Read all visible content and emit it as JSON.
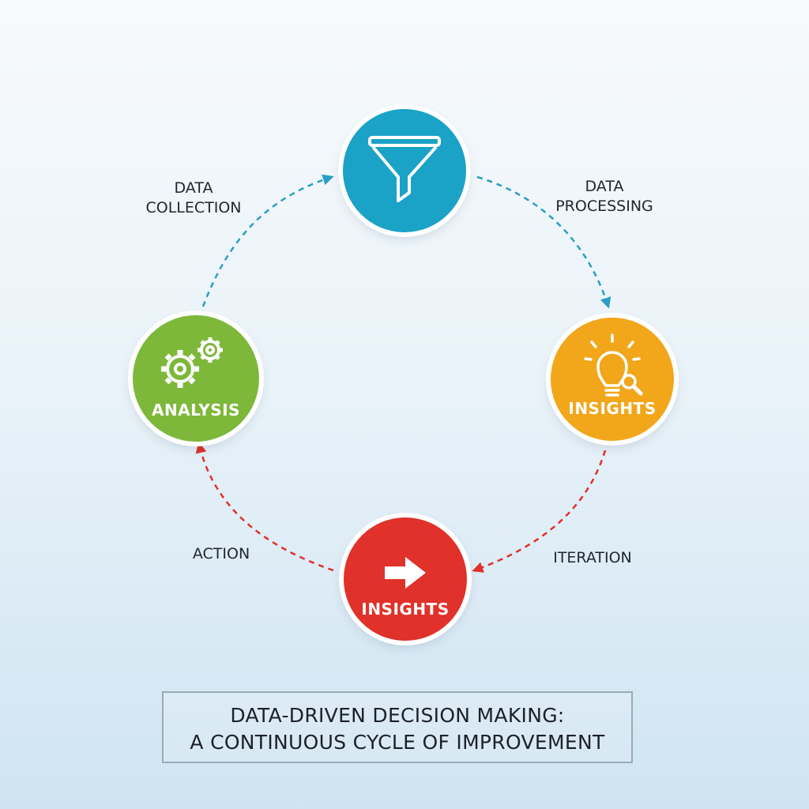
{
  "nodes": [
    {
      "id": "processing",
      "icon": "funnel-icon",
      "label": "",
      "color": "#1aa2c7"
    },
    {
      "id": "insights-top",
      "icon": "lightbulb-magnifier-icon",
      "label": "INSIGHTS",
      "color": "#f2a61a"
    },
    {
      "id": "insights-bottom",
      "icon": "right-arrow-icon",
      "label": "INSIGHTS",
      "color": "#e0312a"
    },
    {
      "id": "analysis",
      "icon": "gears-icon",
      "label": "ANALYSIS",
      "color": "#7db83a"
    }
  ],
  "steps": {
    "data_collection": [
      "DATA",
      "COLLECTION"
    ],
    "data_processing": [
      "DATA",
      "PROCESSING"
    ],
    "iteration": "ITERATION",
    "action": "ACTION"
  },
  "connector_colors": {
    "blue": "#2a9ec4",
    "red": "#e0312a"
  },
  "caption": {
    "line1": "DATA-DRIVEN DECISION MAKING:",
    "line2": "A CONTINUOUS CYCLE OF IMPROVEMENT"
  }
}
